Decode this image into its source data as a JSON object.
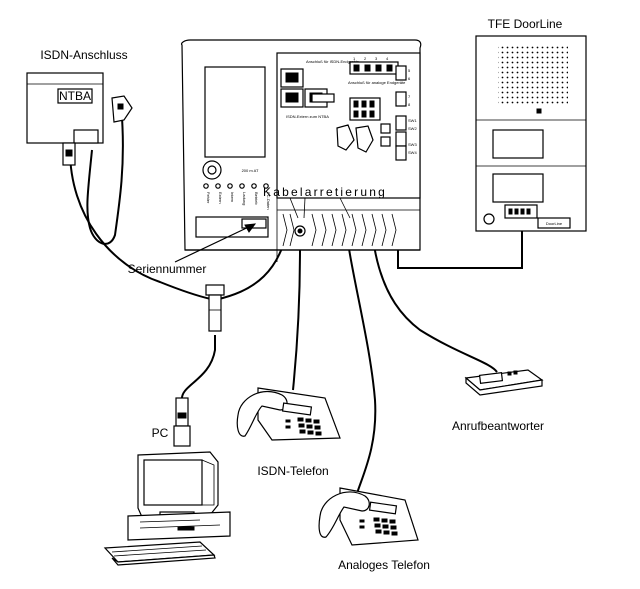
{
  "labels": {
    "isdn_anschluss": "ISDN-Anschluss",
    "ntba": "NTBA",
    "tfe_doorline": "TFE DoorLine",
    "kabelarretierung": "Kabelarretierung",
    "seriennummer": "Seriennummer",
    "pc": "PC",
    "isdn_telefon": "ISDN-Telefon",
    "analoges_telefon": "Analoges Telefon",
    "anrufbeantworter": "Anrufbeantworter"
  },
  "device": {
    "model_label": "200 m AT",
    "port_isdn_endgeraete": "Anschluß für ISDN-Endgeräte",
    "port_analoge_endgeraete": "Anschluß für analoge Endgeräte",
    "port_isdn_extern": "ISDN-Extern zum NTBA",
    "doorline_tag": "DoorLine",
    "led_labels": [
      "Fehler",
      "Extern",
      "Intern",
      "Ladung",
      "Betrieb",
      "PC-Daten"
    ],
    "terminal_numbers": [
      "1",
      "2",
      "3",
      "4"
    ],
    "side_numbers": [
      "5",
      "6",
      "7",
      "8"
    ],
    "side_switch_labels": [
      "SW1",
      "SW2",
      "SW3",
      "SW4"
    ]
  },
  "colors": {
    "line": "#000000",
    "background": "#ffffff"
  }
}
